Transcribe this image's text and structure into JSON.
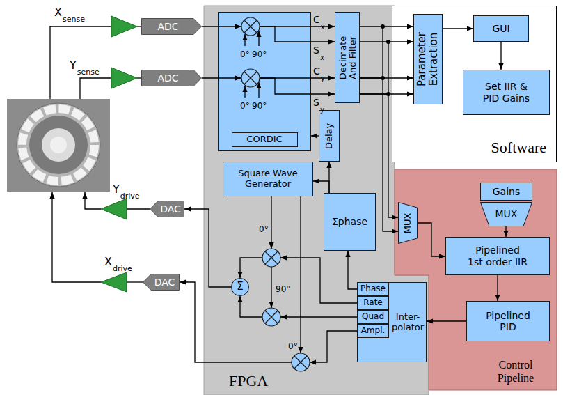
{
  "diagram": {
    "nodes": [
      {
        "text": [
          "ADC"
        ]
      },
      {
        "text": [
          "ADC"
        ]
      },
      {
        "text": [
          "FPGA"
        ]
      },
      {
        "text": [
          "CORDIC"
        ],
        "in": 2
      },
      {
        "text": [
          "Decimate And Filter"
        ],
        "in": 2
      },
      {
        "text": [
          "Delay"
        ],
        "in": 2
      },
      {
        "text": [
          "Square Wave Generator"
        ],
        "in": 2
      },
      {
        "text": [
          "Σ"
        ],
        "in": 2
      },
      {
        "text": [
          "Σphase"
        ],
        "in": 2
      },
      {
        "text": [
          "Inter- polator"
        ],
        "in": 2
      },
      {
        "text": [
          "Phase"
        ],
        "in": 9
      },
      {
        "text": [
          "Rate"
        ],
        "in": 9
      },
      {
        "text": [
          "Quad"
        ],
        "in": 9
      },
      {
        "text": [
          "Ampl."
        ],
        "in": 9
      },
      {
        "text": [
          "Software"
        ]
      },
      {
        "text": [
          "Parameter Extraction"
        ],
        "in": 14
      },
      {
        "text": [
          "GUI"
        ],
        "in": 14
      },
      {
        "text": [
          "Set IIR & PID Gains"
        ],
        "in": 14
      },
      {
        "text": [
          "Control Pipeline"
        ]
      },
      {
        "text": [
          "MUX"
        ],
        "in": 18
      },
      {
        "text": [
          "Gains"
        ],
        "in": 18
      },
      {
        "text": [
          "MUX"
        ],
        "in": 18
      },
      {
        "text": [
          "Pipelined 1st order IIR"
        ],
        "in": 18
      },
      {
        "text": [
          "Pipelined PID"
        ],
        "in": 18
      },
      {
        "text": [
          "DAC"
        ]
      },
      {
        "text": [
          "DAC"
        ]
      }
    ],
    "edges": [
      {
        "from": 4,
        "to": 15,
        "arrow": "to"
      },
      {
        "from": 4,
        "to": 15,
        "arrow": "to"
      },
      {
        "from": 4,
        "to": 15,
        "arrow": "to"
      },
      {
        "from": 4,
        "to": 15,
        "arrow": "to"
      },
      {
        "from": 4,
        "to": 19,
        "arrow": "to"
      },
      {
        "from": 4,
        "to": 19,
        "arrow": "to"
      },
      {
        "from": 15,
        "to": 16,
        "arrow": "to"
      },
      {
        "from": 16,
        "to": 17,
        "arrow": "to"
      },
      {
        "from": 21,
        "to": 22,
        "arrow": "to"
      },
      {
        "from": 19,
        "to": 22,
        "arrow": "to"
      },
      {
        "from": 22,
        "to": 23,
        "arrow": "to"
      },
      {
        "from": 23,
        "to": 9,
        "arrow": "to"
      },
      {
        "from": 10,
        "to": 8,
        "arrow": "to"
      },
      {
        "from": 8,
        "to": 5,
        "arrow": "to"
      },
      {
        "from": 8,
        "to": 6,
        "arrow": "to"
      },
      {
        "from": 5,
        "to": 3,
        "arrow": "to"
      },
      {
        "from": 0,
        "to": 3,
        "arrow": "to"
      },
      {
        "from": 1,
        "to": 3,
        "arrow": "to"
      },
      {
        "from": 3,
        "to": 4,
        "arrow": "to"
      },
      {
        "from": 3,
        "to": 4,
        "arrow": "to"
      },
      {
        "from": 3,
        "to": 4,
        "arrow": "to"
      },
      {
        "from": 3,
        "to": 4,
        "arrow": "to"
      },
      {
        "from": 7,
        "to": 24,
        "arrow": "to"
      }
    ],
    "labels": [
      "X",
      "sense",
      "Y",
      "sense",
      "C",
      "x",
      "S",
      "x",
      "C",
      "y",
      "S",
      "y",
      "0°",
      "90°",
      "0°",
      "90°",
      "0°",
      "90°",
      "0°",
      "Y",
      "drive",
      "X",
      "drive"
    ]
  }
}
